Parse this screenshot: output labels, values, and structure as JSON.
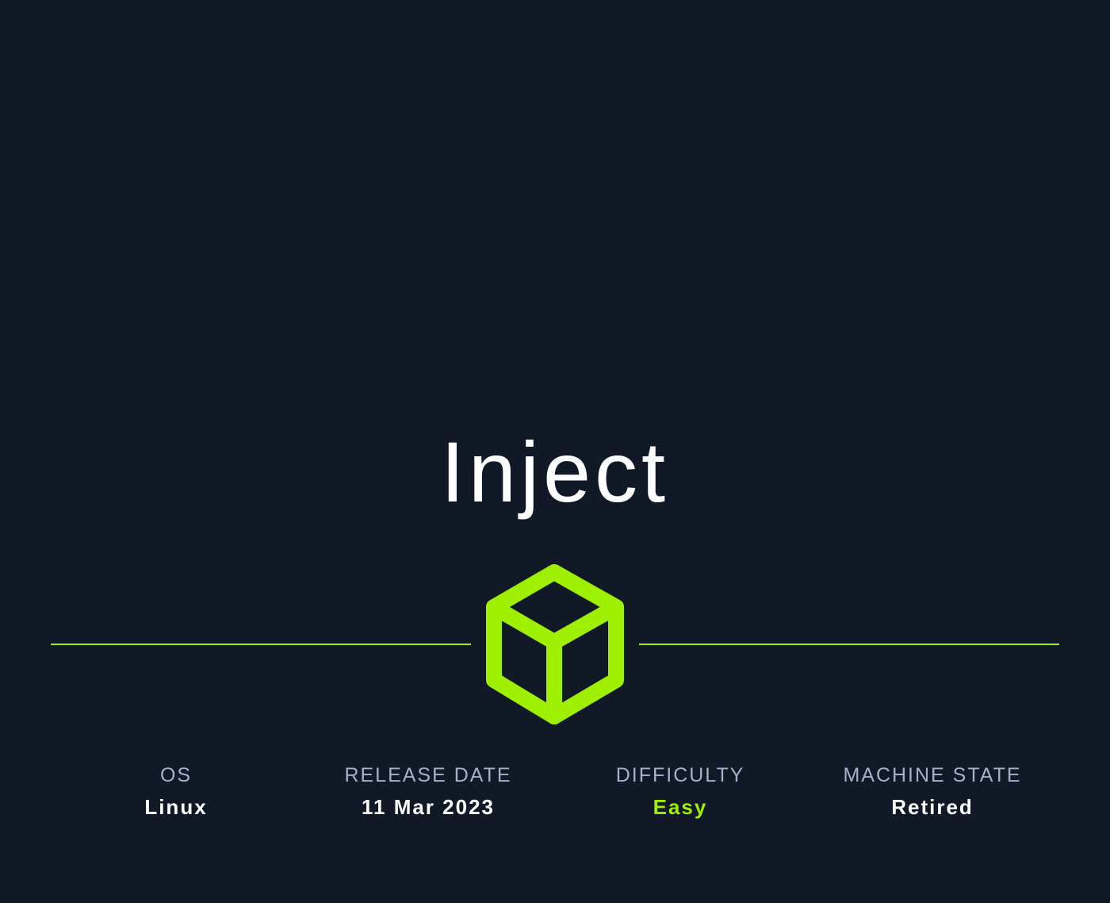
{
  "machine": {
    "name": "Inject"
  },
  "logo": {
    "icon": "hackthebox-cube-icon",
    "color": "#9fef00"
  },
  "stats": [
    {
      "label": "OS",
      "value": "Linux"
    },
    {
      "label": "RELEASE DATE",
      "value": "11 Mar 2023"
    },
    {
      "label": "DIFFICULTY",
      "value": "Easy",
      "value_color": "#9fef00"
    },
    {
      "label": "MACHINE STATE",
      "value": "Retired"
    }
  ],
  "colors": {
    "background": "#121926",
    "accent": "#9fef00",
    "label": "#a4b1cd",
    "text": "#ffffff"
  }
}
